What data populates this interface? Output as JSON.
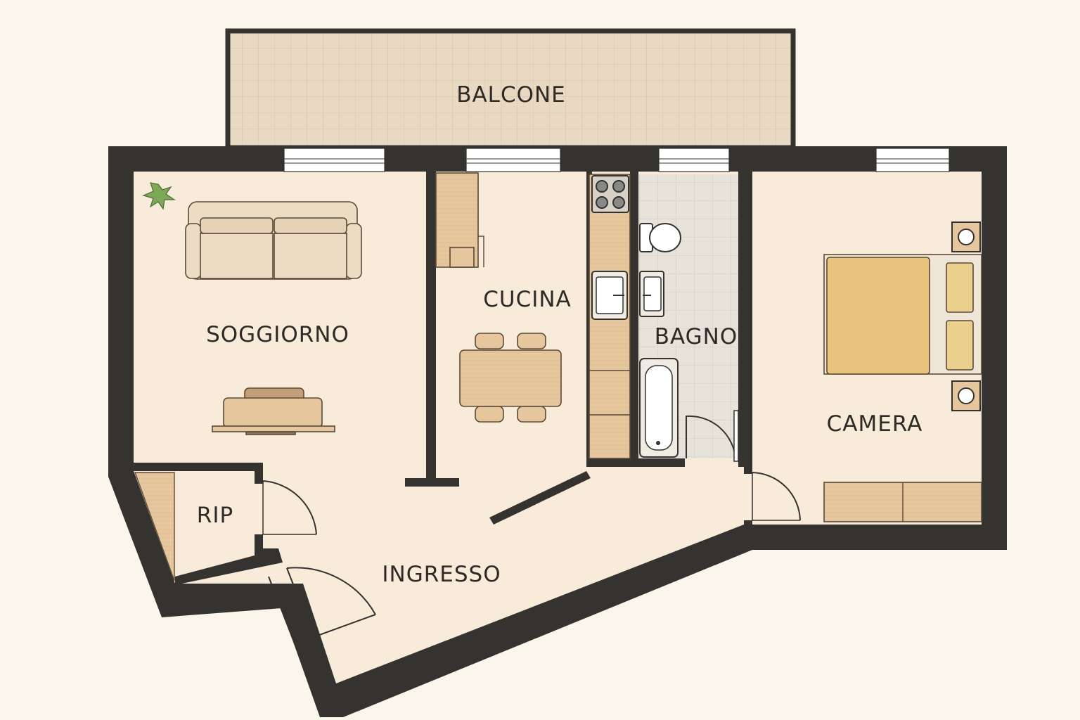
{
  "plan": {
    "rooms": {
      "balcone": "BALCONE",
      "soggiorno": "SOGGIORNO",
      "cucina": "CUCINA",
      "bagno": "BAGNO",
      "camera": "CAMERA",
      "rip": "RIP",
      "ingresso": "INGRESSO"
    }
  },
  "colors": {
    "background": "#fbf6ec",
    "wall": "#34332f",
    "floor": "#f8ebd9",
    "balcony": "#e9d9c2",
    "wood": "#e6c69c",
    "bed": "#e8c37e",
    "tile": "#e7e2da",
    "plant": "#7da857"
  }
}
